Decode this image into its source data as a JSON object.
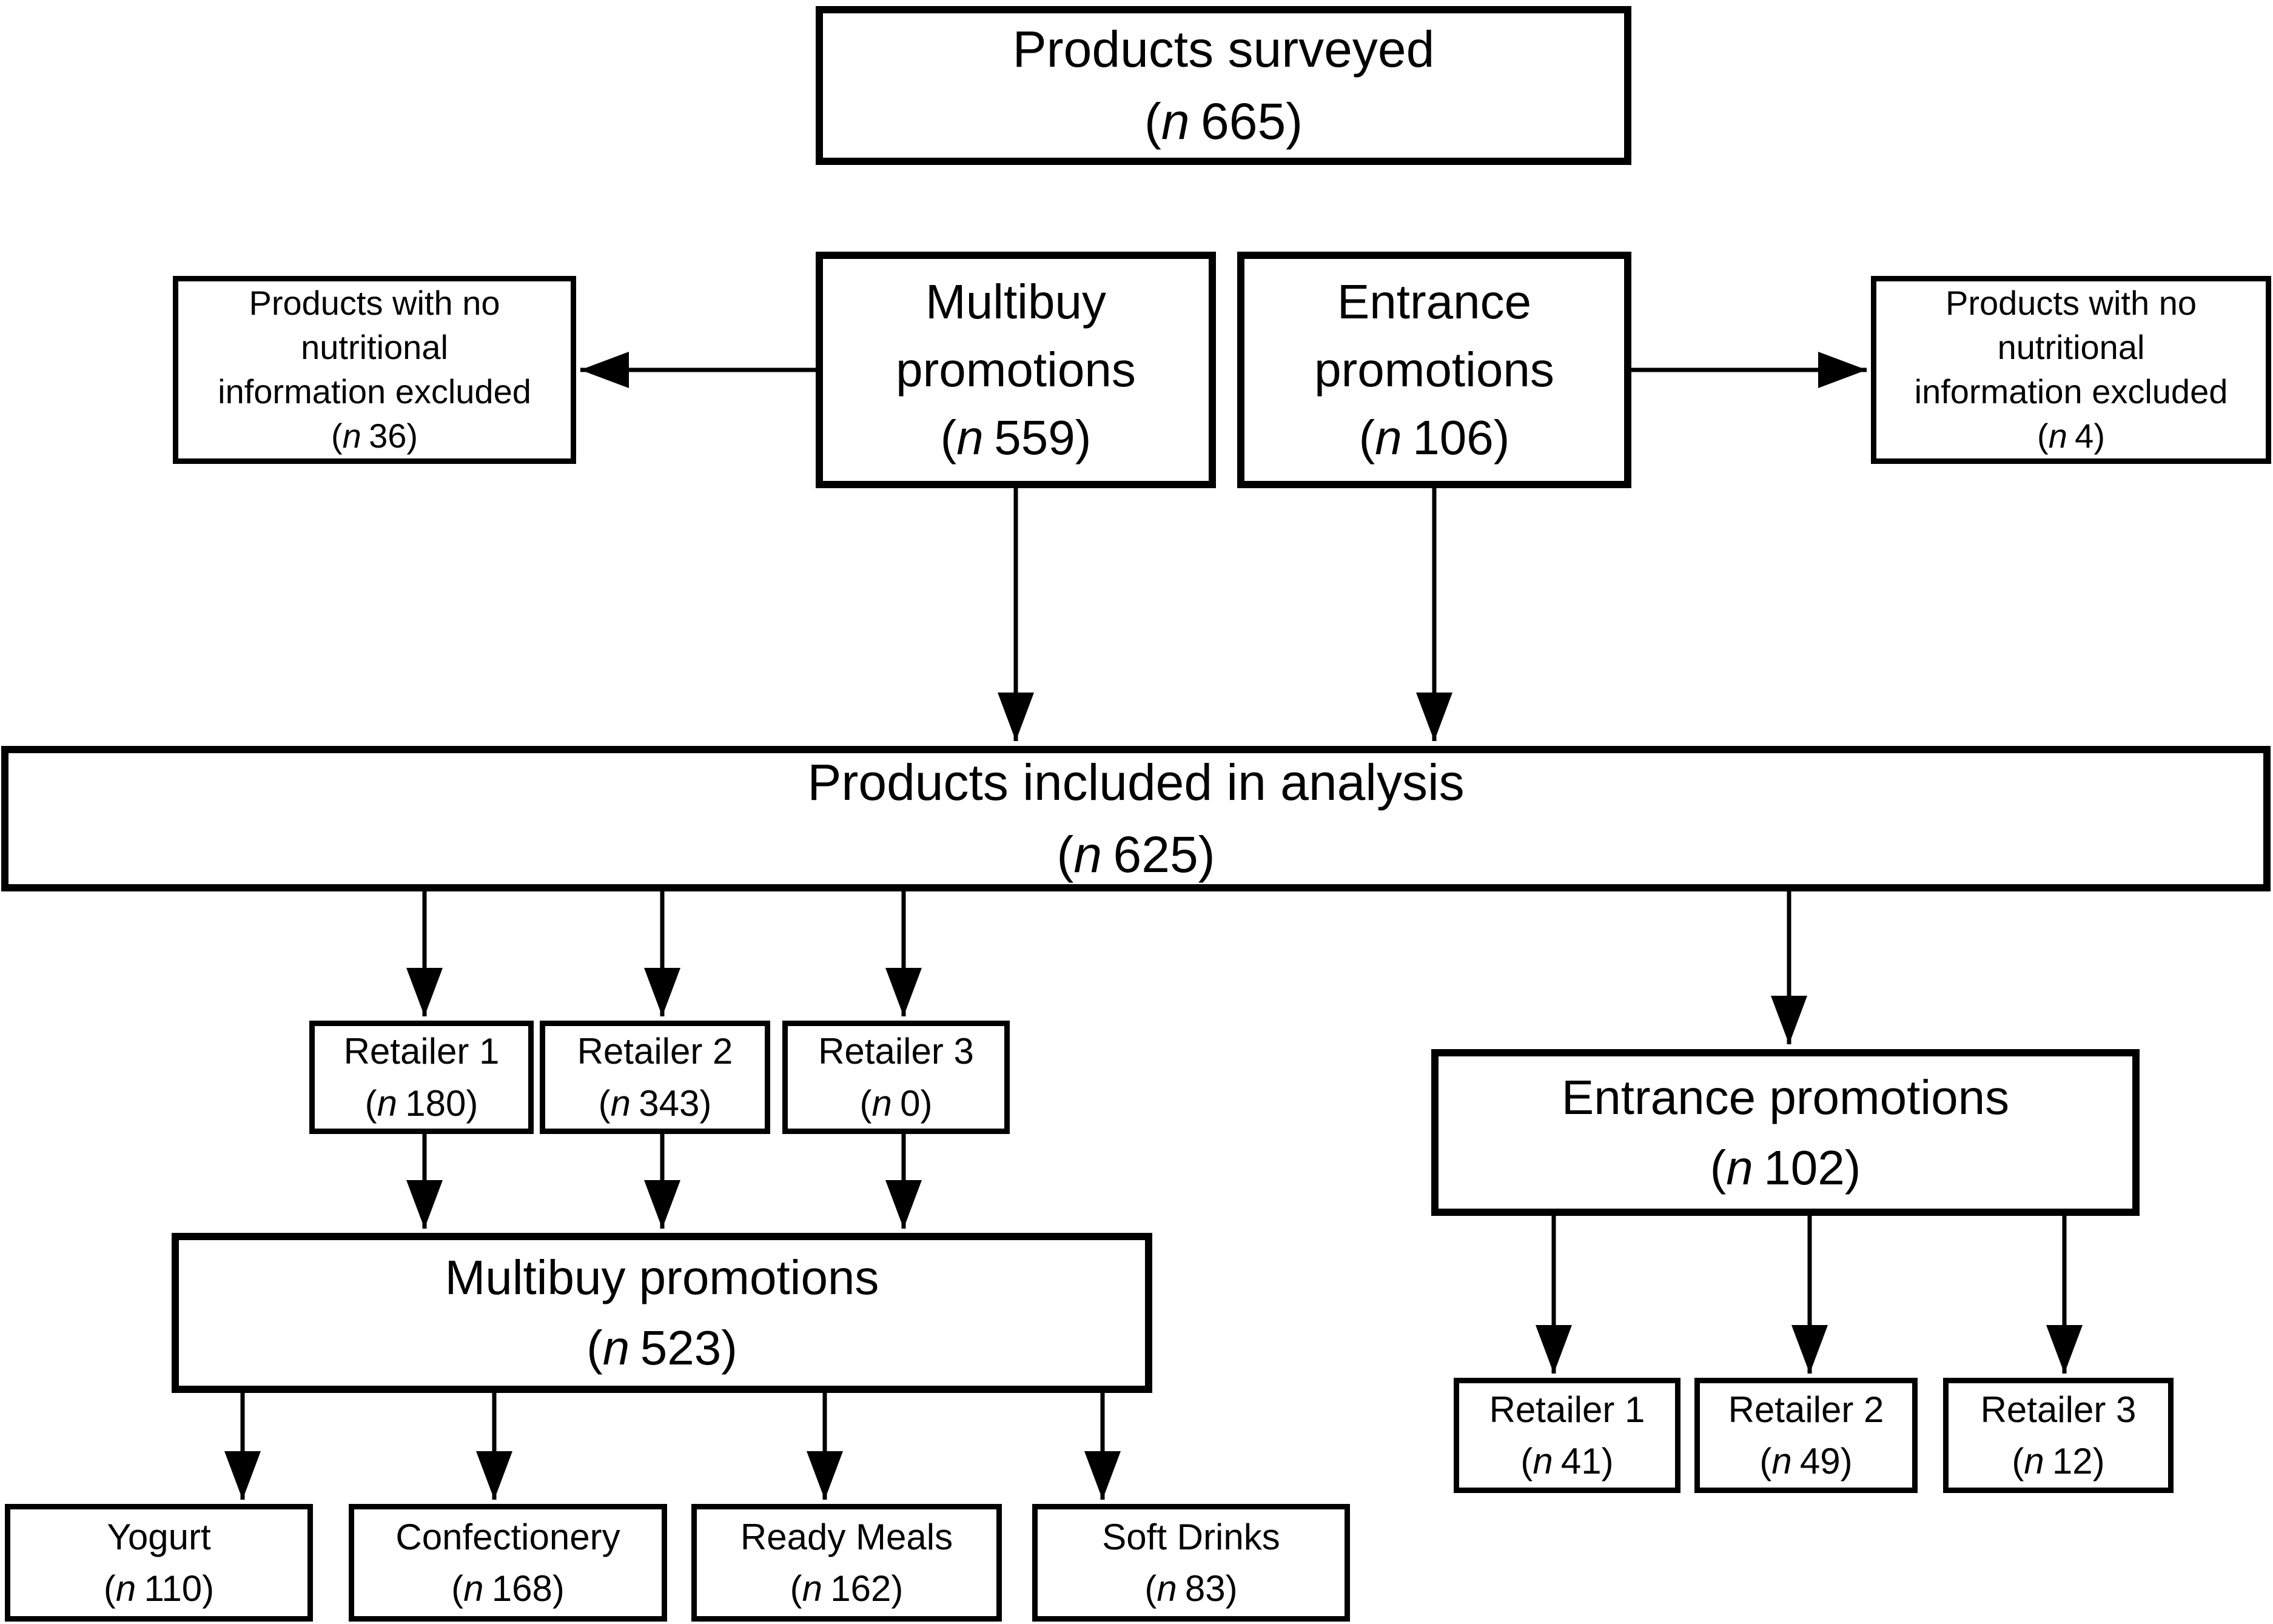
{
  "notation": {
    "open": "(",
    "n_symbol": "n",
    "close": ")"
  },
  "colors": {
    "background": "#ffffff",
    "line": "#000000",
    "text": "#000000"
  },
  "nodes": {
    "products_surveyed": {
      "lines": [
        "Products surveyed"
      ],
      "count": "665"
    },
    "multibuy_promotions": {
      "lines": [
        "Multibuy",
        "promotions"
      ],
      "count": "559"
    },
    "entrance_promotions": {
      "lines": [
        "Entrance",
        "promotions"
      ],
      "count": "106"
    },
    "excluded_left": {
      "lines": [
        "Products with no",
        "nutritional",
        "information excluded"
      ],
      "count": "36"
    },
    "excluded_right": {
      "lines": [
        "Products with no",
        "nutritional",
        "information excluded"
      ],
      "count": "4"
    },
    "products_included": {
      "lines": [
        "Products included in analysis"
      ],
      "count": "625"
    },
    "retailer1_multibuy": {
      "lines": [
        "Retailer 1"
      ],
      "count": "180"
    },
    "retailer2_multibuy": {
      "lines": [
        "Retailer 2"
      ],
      "count": "343"
    },
    "retailer3_multibuy": {
      "lines": [
        "Retailer 3"
      ],
      "count": "0"
    },
    "multibuy_promotions_final": {
      "lines": [
        "Multibuy promotions"
      ],
      "count": "523"
    },
    "yogurt": {
      "lines": [
        "Yogurt"
      ],
      "count": "110"
    },
    "confectionery": {
      "lines": [
        "Confectionery"
      ],
      "count": "168"
    },
    "ready_meals": {
      "lines": [
        "Ready Meals"
      ],
      "count": "162"
    },
    "soft_drinks": {
      "lines": [
        "Soft Drinks"
      ],
      "count": "83"
    },
    "entrance_promotions_final": {
      "lines": [
        "Entrance promotions"
      ],
      "count": "102"
    },
    "retailer1_entrance": {
      "lines": [
        "Retailer 1"
      ],
      "count": "41"
    },
    "retailer2_entrance": {
      "lines": [
        "Retailer 2"
      ],
      "count": "49"
    },
    "retailer3_entrance": {
      "lines": [
        "Retailer 3"
      ],
      "count": "12"
    }
  }
}
